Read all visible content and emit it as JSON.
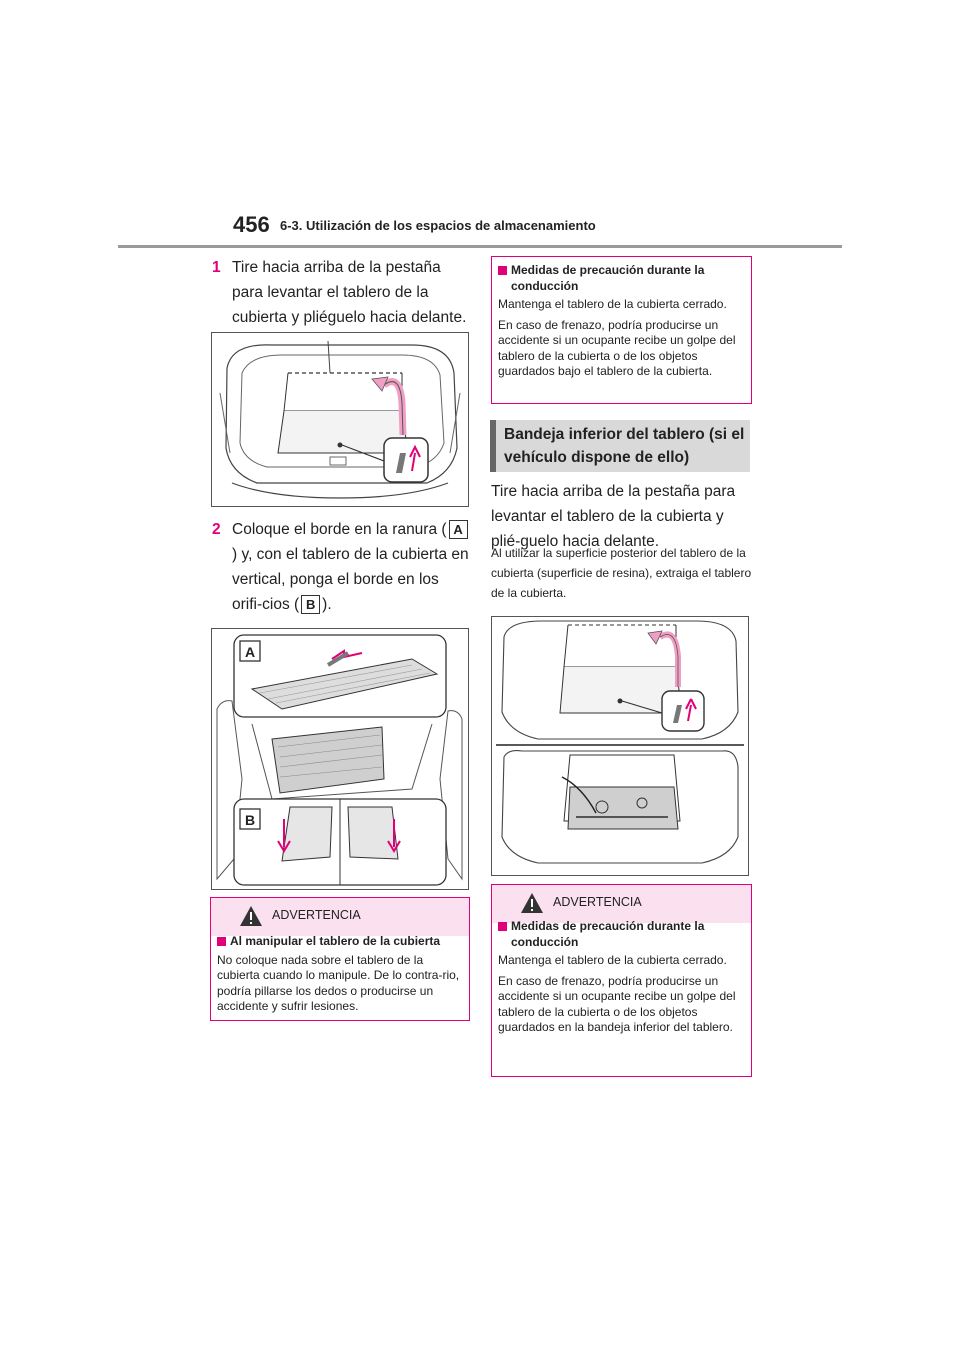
{
  "header": {
    "page_number": "456",
    "section": "6-3. Utilización de los espacios de almacenamiento"
  },
  "left": {
    "step1": {
      "number": "1",
      "text": "Tire hacia arriba de la pestaña para levantar el tablero de la cubierta y pliéguelo hacia delante."
    },
    "step2": {
      "number": "2",
      "text_a": "Coloque el borde en la ranura (",
      "label_a": "A",
      "text_b": ") y, con el tablero de la cubierta en vertical, ponga el borde en los orifi-cios (",
      "label_b": "B",
      "text_c": ")."
    },
    "figure2_labels": {
      "a": "A",
      "b": "B"
    },
    "warning": {
      "title": "ADVERTENCIA",
      "item_title": "Al manipular el tablero de la cubierta",
      "item_text": "No coloque nada sobre el tablero de la cubierta cuando lo manipule. De lo contra-rio, podría pillarse los dedos o producirse un accidente y sufrir lesiones."
    }
  },
  "right": {
    "top_warning": {
      "item_title": "Medidas de precaución durante la conducción",
      "p1": "Mantenga el tablero de la cubierta cerrado.",
      "p2": "En caso de frenazo, podría producirse un accidente si un ocupante recibe un golpe del tablero de la cubierta o de los objetos guardados bajo el tablero de la cubierta."
    },
    "heading": "Bandeja inferior del tablero (si el vehículo dispone de ello)",
    "para": "Tire hacia arriba de la pestaña para levantar el tablero de la cubierta y plié-guelo hacia delante.",
    "small_para": "Al utilizar la superficie posterior del tablero de la cubierta (superficie de resina), extraiga el tablero de la cubierta.",
    "bottom_warning": {
      "title": "ADVERTENCIA",
      "item_title": "Medidas de precaución durante la conducción",
      "p1": "Mantenga el tablero de la cubierta cerrado.",
      "p2": "En caso de frenazo, podría producirse un accidente si un ocupante recibe un golpe del tablero de la cubierta o de los objetos guardados en la bandeja inferior del tablero."
    }
  },
  "colors": {
    "accent": "#e2007a",
    "warning_bg": "#fbe0ef",
    "heading_bg": "#d9d9d9"
  }
}
